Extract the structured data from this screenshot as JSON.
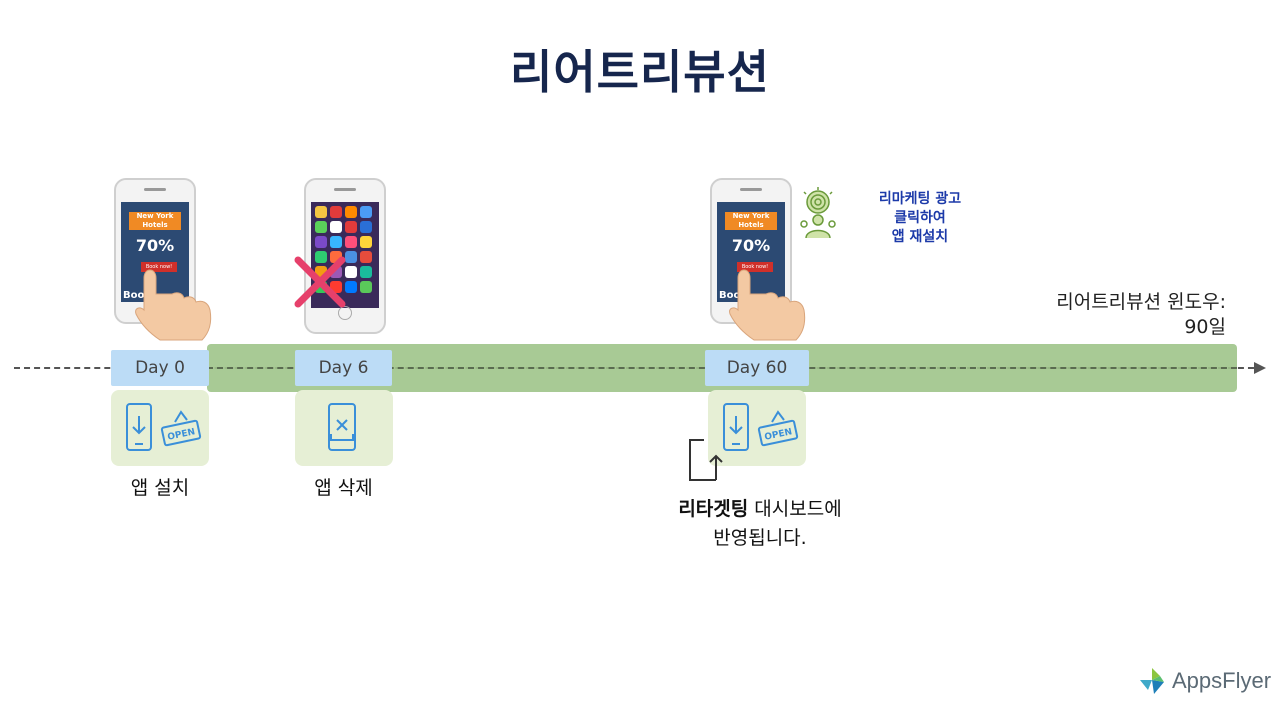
{
  "title": "리어트리뷰션",
  "timeline": {
    "days": [
      {
        "label": "Day 0",
        "caption": "앱 설치"
      },
      {
        "label": "Day 6",
        "caption": "앱 삭제"
      },
      {
        "label": "Day 60",
        "caption": ""
      }
    ],
    "window_label_line1": "리어트리뷰션 윈도우:",
    "window_label_line2": "90일"
  },
  "ad": {
    "headline": "New York Hotels",
    "discount": "70%",
    "cta": "Book now!",
    "brand": "Booki"
  },
  "remarketing": {
    "line1": "리마케팅 광고",
    "line2": "클릭하여",
    "line3": "앱 재설치"
  },
  "retargeting": {
    "bold": "리타겟팅",
    "rest1": " 대시보드에",
    "line2": "반영됩니다."
  },
  "open_sign": "OPEN",
  "logo": {
    "text": "AppsFlyer"
  },
  "colors": {
    "title": "#16264d",
    "window_bar": "#9fc48a",
    "day_box": "#bcdcf6",
    "icon_tile": "#e6efd5",
    "x_mark": "#e6406b",
    "remarketing_text": "#1c3aa9",
    "icon_stroke": "#3a8fd9"
  }
}
